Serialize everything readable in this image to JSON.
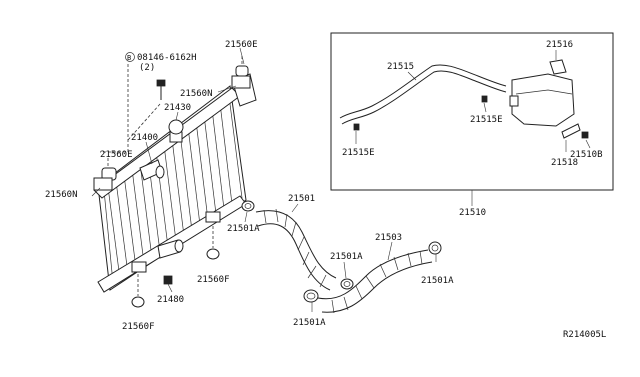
{
  "diagram": {
    "code": "R214005L",
    "bolt_spec": {
      "circle_letter": "B",
      "number": "08146-6162H",
      "qty": "(2)"
    },
    "labels": {
      "p21560E_top": "21560E",
      "p21560N_top": "21560N",
      "p21430": "21430",
      "p21400": "21400",
      "p21560E_left": "21560E",
      "p21560N_left": "21560N",
      "p21501A_1": "21501A",
      "p21560F_mid": "21560F",
      "p21480": "21480",
      "p21560F_bot": "21560F",
      "p21501": "21501",
      "p21501A_2": "21501A",
      "p21503": "21503",
      "p21501A_3": "21501A",
      "p21501A_4": "21501A",
      "p21515": "21515",
      "p21516": "21516",
      "p21515E_right": "21515E",
      "p21515E_left": "21515E",
      "p21510B": "21510B",
      "p21518": "21518",
      "p21510": "21510"
    }
  }
}
